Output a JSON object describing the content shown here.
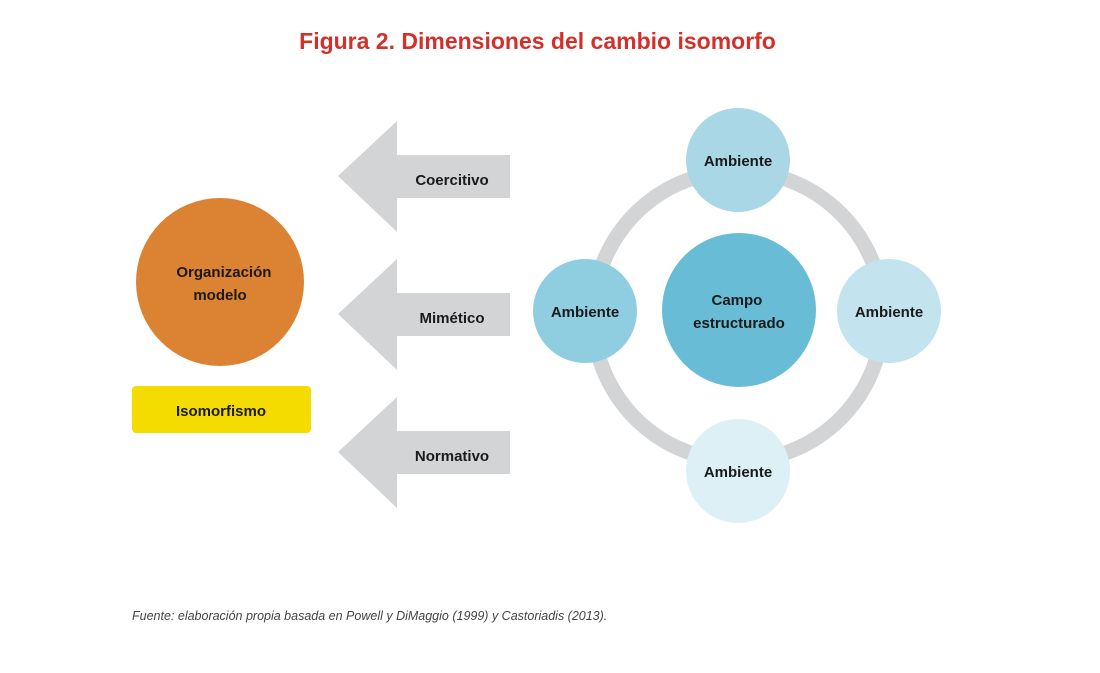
{
  "title": "Figura 2. Dimensiones del cambio isomorfo",
  "left": {
    "model_line1": "Organización",
    "model_line2": "modelo",
    "badge": "Isomorfismo"
  },
  "arrows": [
    {
      "label": "Coercitivo"
    },
    {
      "label": "Mimético"
    },
    {
      "label": "Normativo"
    }
  ],
  "field": {
    "center_line1": "Campo",
    "center_line2": "estructurado",
    "environments": [
      "Ambiente",
      "Ambiente",
      "Ambiente",
      "Ambiente"
    ]
  },
  "colors": {
    "title": "#d2312b",
    "model_circle": "#dc8233",
    "badge": "#f5dc00",
    "arrow": "#d3d4d6",
    "ring": "#d3d4d6",
    "center": "#69bcd6",
    "env_left": "#8fcde0",
    "env_top": "#a9d7e6",
    "env_right": "#c3e4ef",
    "env_bottom": "#dcf0f6"
  },
  "source": "Fuente: elaboración propia basada en Powell y DiMaggio (1999) y Castoriadis (2013)."
}
